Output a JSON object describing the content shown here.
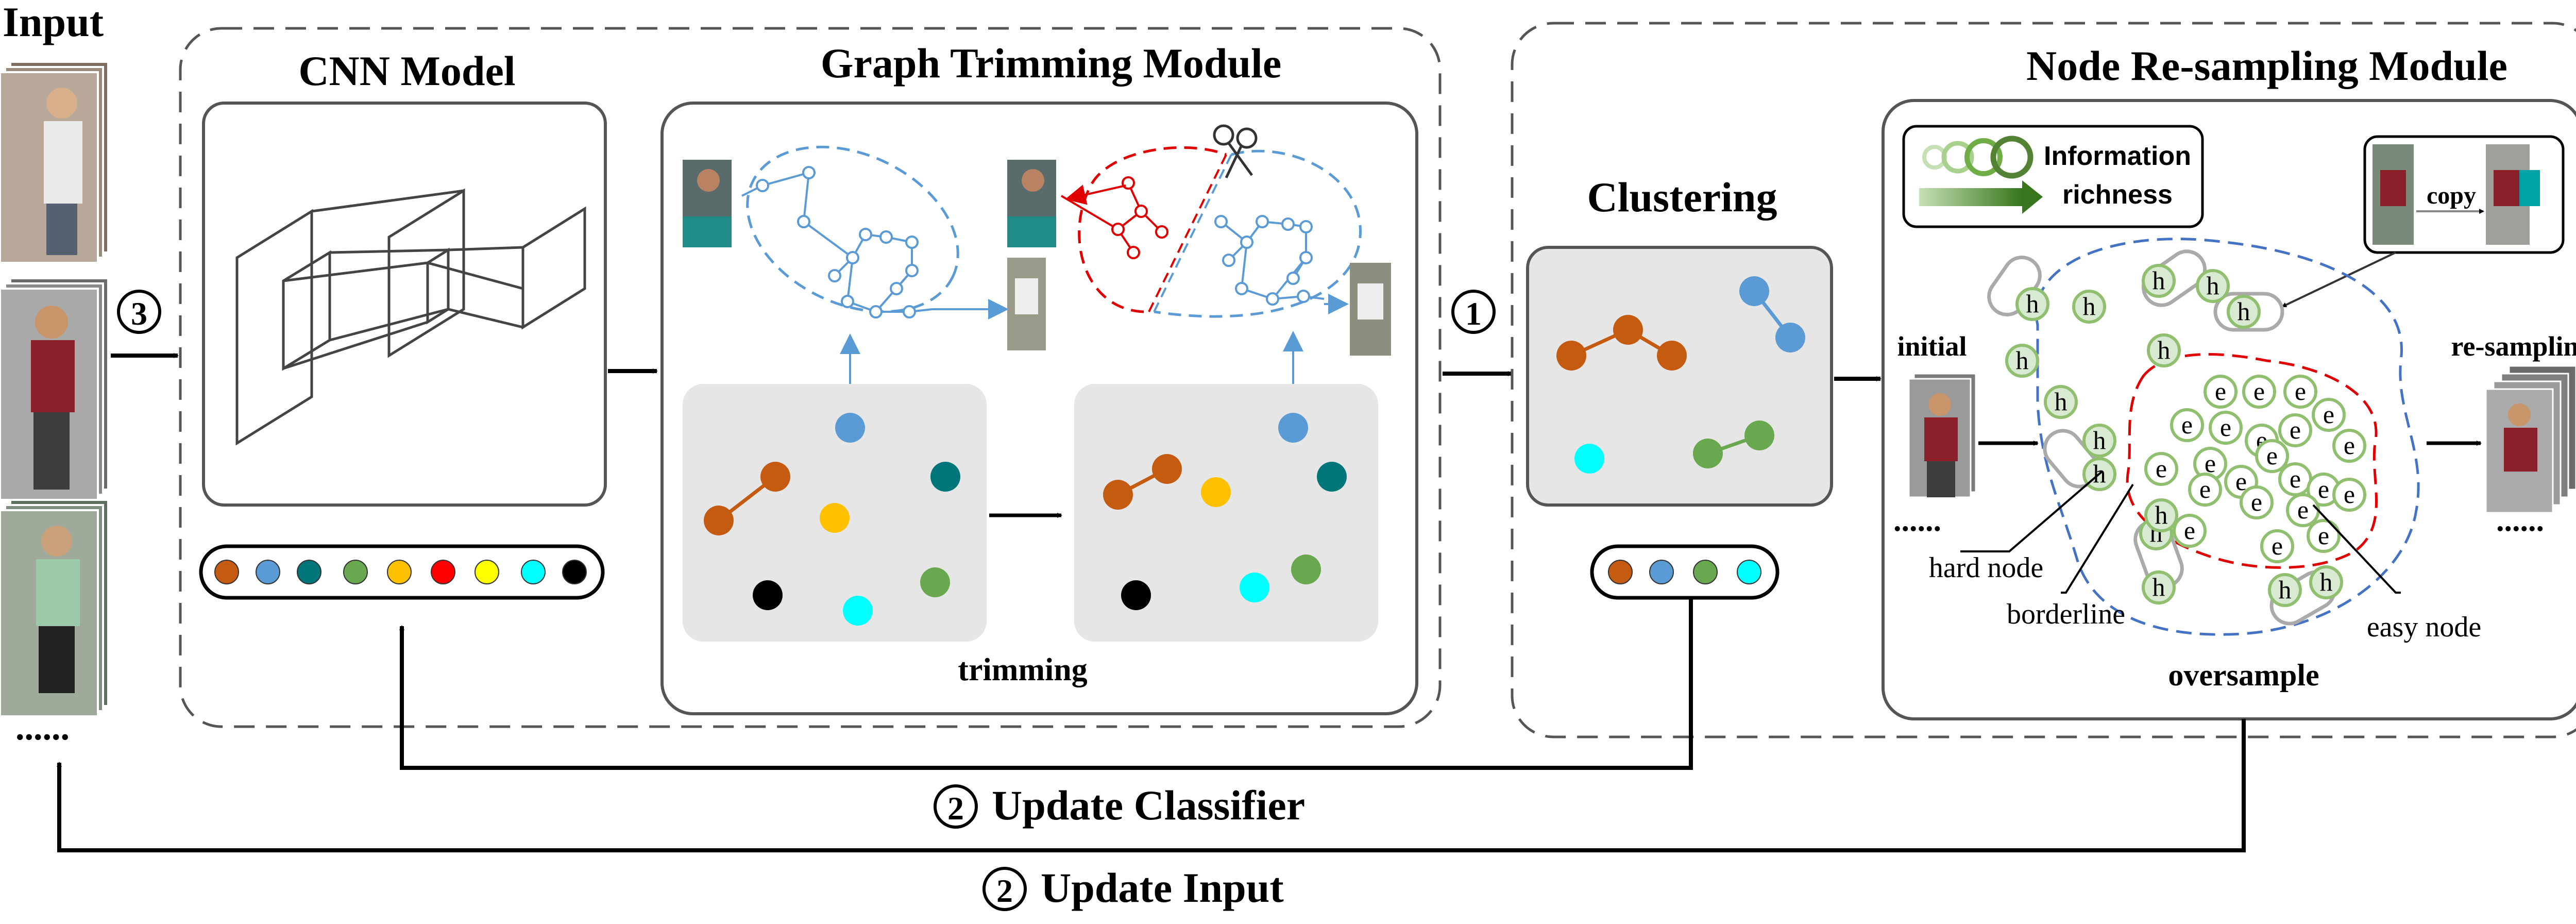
{
  "input": {
    "title": "Input",
    "dots": "......"
  },
  "cnn": {
    "title": "CNN Model"
  },
  "gtm": {
    "title": "Graph Trimming Module",
    "caption": "trimming"
  },
  "clustering": {
    "title": "Clustering"
  },
  "nrm": {
    "title": "Node Re-sampling Module",
    "legend_line1": "Information",
    "legend_line2": "richness",
    "copy_label": "copy",
    "initial_label": "initial",
    "resampling_label": "re-sampling",
    "hard_node": "hard node",
    "borderline": "borderline",
    "easy_node": "easy node",
    "oversample": "oversample",
    "dots": "......",
    "h": "h",
    "e": "e"
  },
  "steps": {
    "one": "1",
    "two": "2",
    "three": "3"
  },
  "arrows": {
    "update_classifier": "Update Classifier",
    "update_input": "Update Input"
  },
  "colors": {
    "orange": "#c55a11",
    "blue": "#5b9bd5",
    "teal": "#00757a",
    "green": "#6aa84f",
    "gold": "#ffc000",
    "red": "#ff0000",
    "yellow": "#ffff00",
    "cyan": "#00ffff",
    "black": "#000000",
    "graph_blue": "#5b9bd5",
    "graph_red": "#e00000",
    "panel_gray": "#e7e6e6",
    "dash_blue": "#4472c4",
    "dash_red": "#e00000"
  }
}
